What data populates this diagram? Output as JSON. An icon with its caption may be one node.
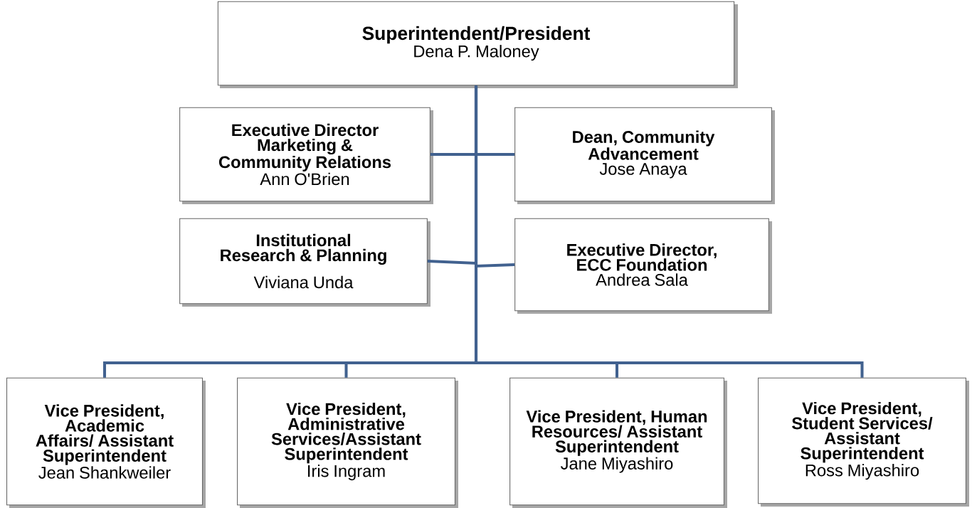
{
  "diagram": {
    "nodes": [
      {
        "text": [
          "Superintendent/President",
          "Dena P. Maloney"
        ]
      },
      {
        "text": [
          "Executive Director Marketing & Community Relations",
          "Ann O'Brien"
        ]
      },
      {
        "text": [
          "Dean, Community Advancement",
          "Jose Anaya"
        ]
      },
      {
        "text": [
          "Institutional Research & Planning",
          "Viviana Unda"
        ]
      },
      {
        "text": [
          "Executive Director, ECC Foundation",
          "Andrea Sala"
        ]
      },
      {
        "text": [
          "Vice President, Academic Affairs/ Assistant Superintendent",
          "Jean Shankweiler"
        ]
      },
      {
        "text": [
          "Vice President, Administrative Services/Assistant Superintendent",
          "Iris Ingram"
        ]
      },
      {
        "text": [
          "Vice President, Human Resources/ Assistant Superintendent",
          "Jane Miyashiro"
        ]
      },
      {
        "text": [
          "Vice President, Student Services/ Assistant Superintendent",
          "Ross Miyashiro"
        ]
      }
    ],
    "edges": [
      {
        "from": 0,
        "to": 1,
        "arrow": "none"
      },
      {
        "from": 0,
        "to": 2,
        "arrow": "none"
      },
      {
        "from": 0,
        "to": 3,
        "arrow": "none"
      },
      {
        "from": 0,
        "to": 4,
        "arrow": "none"
      },
      {
        "from": 0,
        "to": 5,
        "arrow": "none"
      },
      {
        "from": 0,
        "to": 6,
        "arrow": "none"
      },
      {
        "from": 0,
        "to": 7,
        "arrow": "none"
      },
      {
        "from": 0,
        "to": 8,
        "arrow": "none"
      }
    ]
  }
}
